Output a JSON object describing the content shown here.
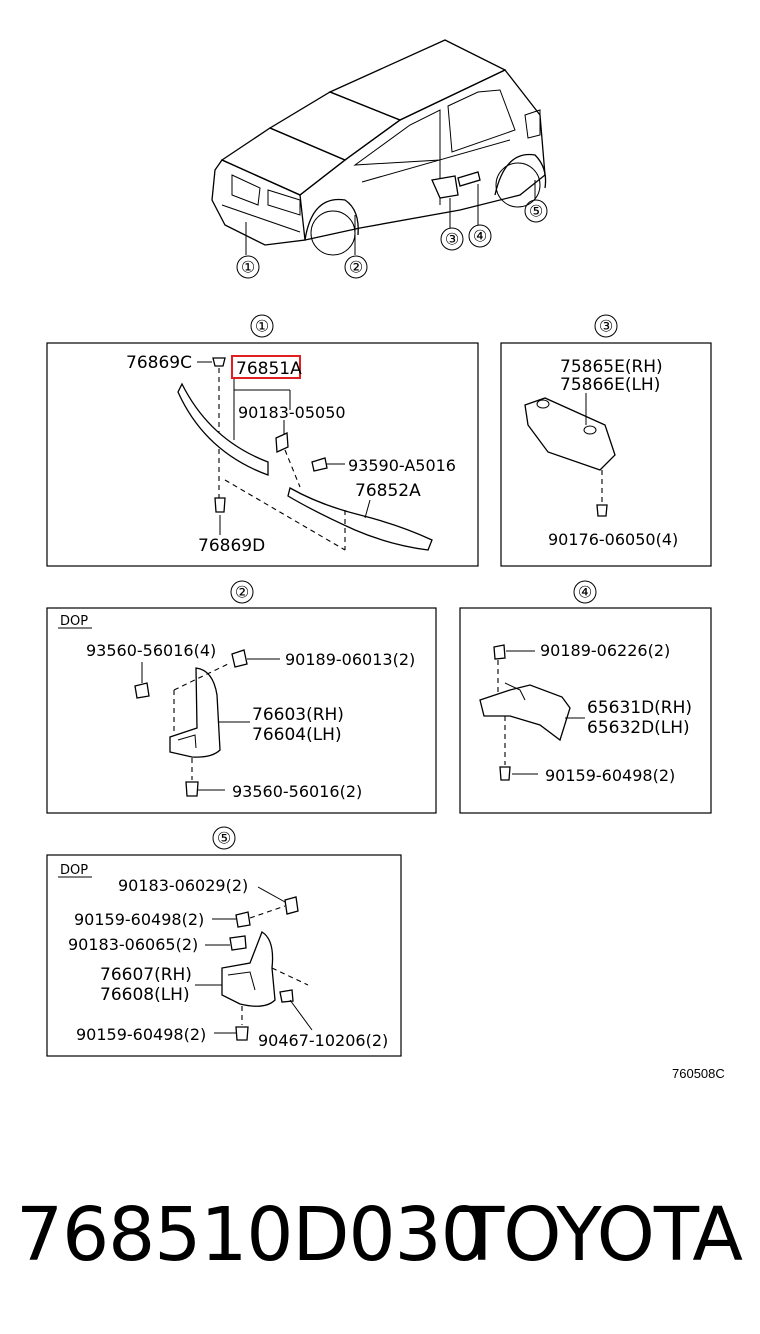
{
  "callouts": [
    "①",
    "②",
    "③",
    "④",
    "⑤"
  ],
  "dop": "DOP",
  "diagram_ref": "760508C",
  "footer": {
    "part_number": "768510D030",
    "brand": "TOYOTA"
  },
  "highlight_color": "#e02020",
  "box1": {
    "number": "①",
    "labels": [
      "76869C",
      "76851A",
      "90183-05050",
      "93590-A5016",
      "76852A",
      "76869D"
    ]
  },
  "box3": {
    "number": "③",
    "labels": [
      "75865E(RH)",
      "75866E(LH)",
      "90176-06050(4)"
    ]
  },
  "box2": {
    "number": "②",
    "labels": [
      "93560-56016(4)",
      "90189-06013(2)",
      "76603(RH)",
      "76604(LH)",
      "93560-56016(2)"
    ]
  },
  "box4": {
    "number": "④",
    "labels": [
      "90189-06226(2)",
      "65631D(RH)",
      "65632D(LH)",
      "90159-60498(2)"
    ]
  },
  "box5": {
    "number": "⑤",
    "labels": [
      "90183-06029(2)",
      "90159-60498(2)",
      "90183-06065(2)",
      "76607(RH)",
      "76608(LH)",
      "90159-60498(2)",
      "90467-10206(2)"
    ]
  }
}
